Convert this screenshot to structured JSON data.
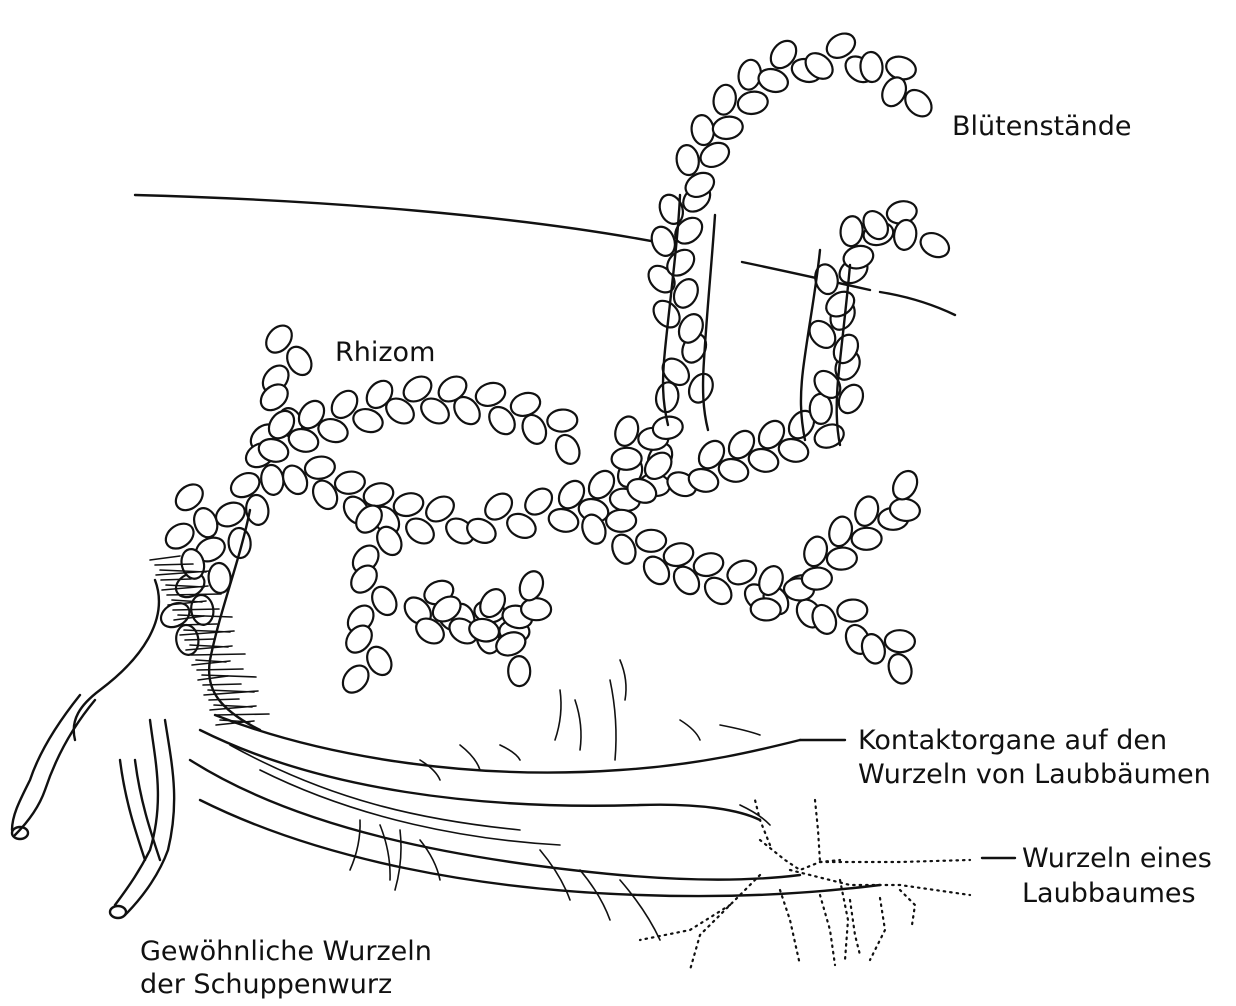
{
  "labels": {
    "bluetenstaende": "Blütenstände",
    "rhizom": "Rhizom",
    "kontakt_line1": "Kontaktorgane auf den",
    "kontakt_line2": "Wurzeln von Laubbäumen",
    "laubbaum_line1": "Wurzeln eines",
    "laubbaum_line2": "Laubbaumes",
    "gewoehnlich_line1": "Gewöhnliche Wurzeln",
    "gewoehnlich_line2": "der Schuppenwurz"
  },
  "colors": {
    "ink": "#111111",
    "paper": "#ffffff"
  }
}
